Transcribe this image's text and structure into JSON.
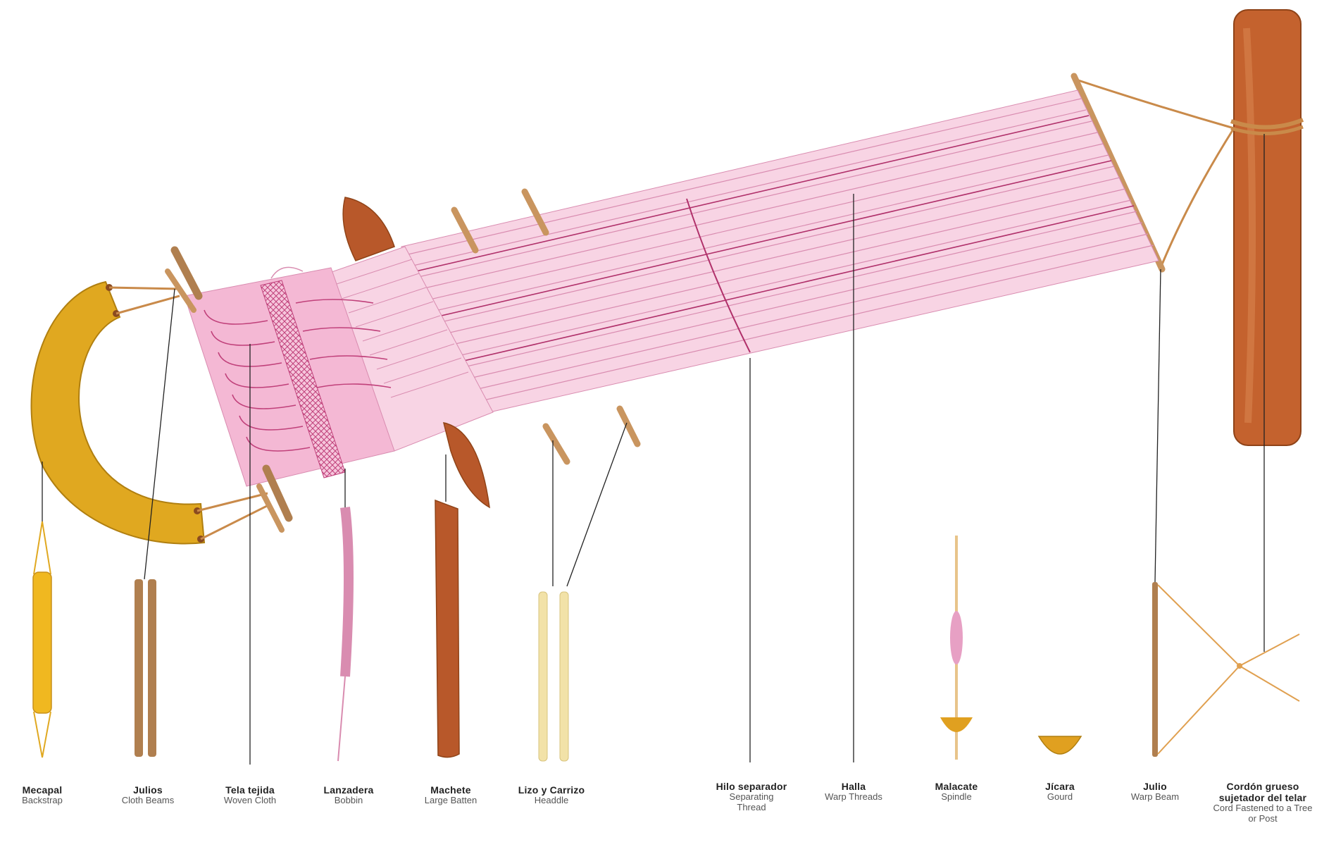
{
  "colors": {
    "warp": "#d98cb0",
    "warp_dark": "#b0306a",
    "cloth": "#f4b8d4",
    "wood": "#b06a3b",
    "wood_light": "#c9955f",
    "post": "#c4622e",
    "backstrap": "#e0a820",
    "cord": "#c98a4a",
    "heddle": "#f2e2a8",
    "leader": "#222222"
  },
  "labels": {
    "mecapal": {
      "es": "Mecapal",
      "en": "Backstrap"
    },
    "julios": {
      "es": "Julios",
      "en": "Cloth Beams"
    },
    "tela": {
      "es": "Tela tejida",
      "en": "Woven Cloth"
    },
    "lanzadera": {
      "es": "Lanzadera",
      "en": "Bobbin"
    },
    "machete": {
      "es": "Machete",
      "en": "Large Batten"
    },
    "lizo": {
      "es": "Lizo y Carrizo",
      "en": "Headdle"
    },
    "hilo": {
      "es": "Hilo separador",
      "en": "Separating Thread"
    },
    "halla": {
      "es": "Halla",
      "en": "Warp Threads"
    },
    "malacate": {
      "es": "Malacate",
      "en": "Spindle"
    },
    "jicara": {
      "es": "Jícara",
      "en": "Gourd"
    },
    "julio": {
      "es": "Julio",
      "en": "Warp Beam"
    },
    "cordon": {
      "es": "Cordón grueso sujetador del telar",
      "en": "Cord Fastened to a Tree or Post"
    }
  }
}
